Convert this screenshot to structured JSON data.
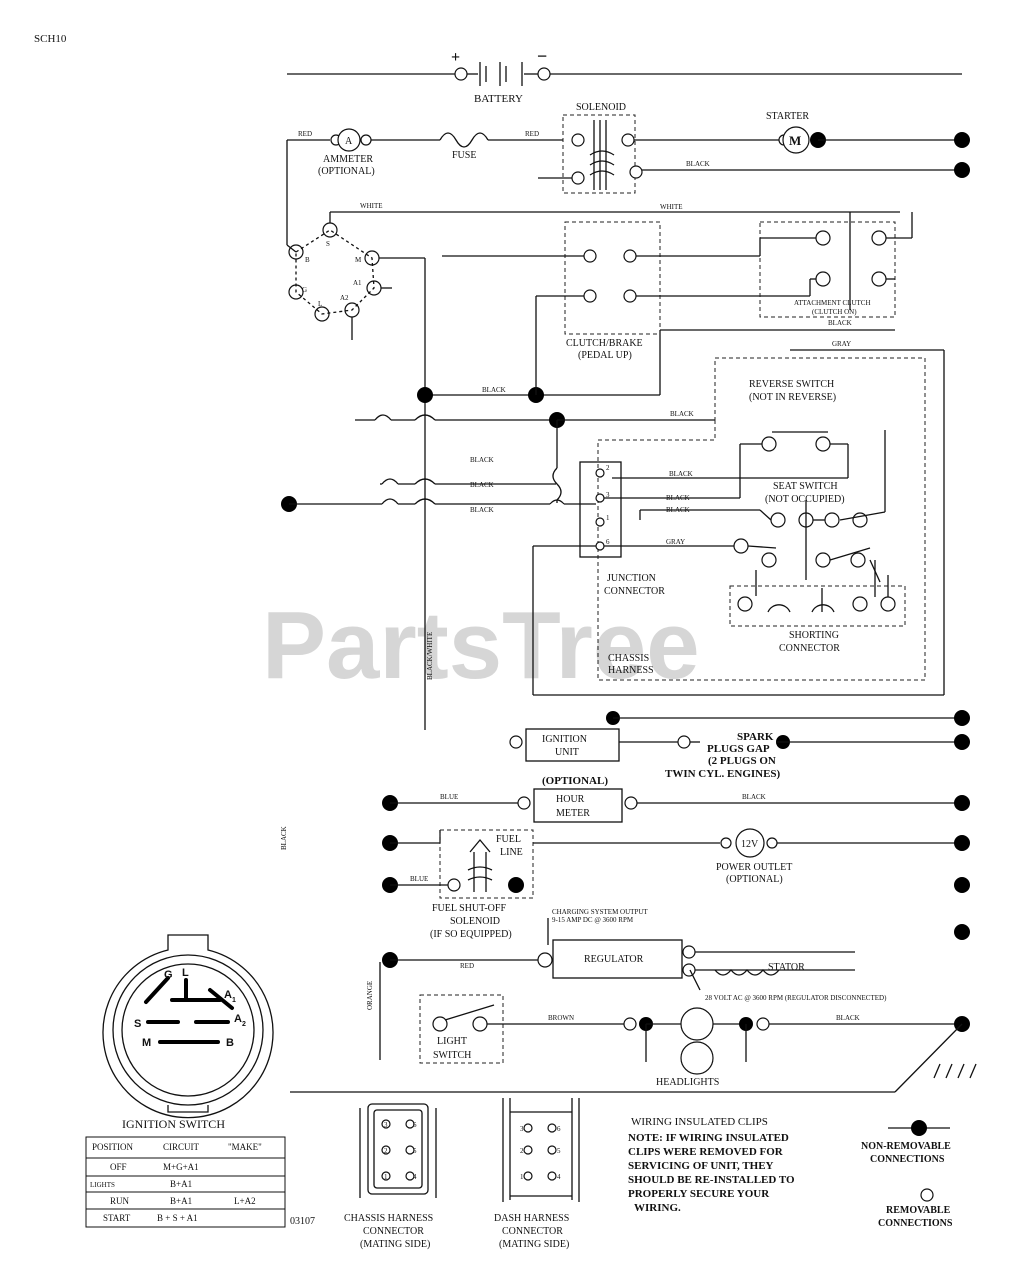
{
  "doc_id": "SCH10",
  "drawing_no": "03107",
  "watermark": "PartsTree",
  "battery": {
    "label": "BATTERY",
    "plus": "+",
    "minus": "−"
  },
  "components": {
    "solenoid": "SOLENOID",
    "starter": "STARTER",
    "starter_symbol": "M",
    "ammeter_line1": "AMMETER",
    "ammeter_line2": "(OPTIONAL)",
    "ammeter_symbol": "A",
    "fuse": "FUSE",
    "clutch_line1": "CLUTCH/BRAKE",
    "clutch_line2": "(PEDAL UP)",
    "attach_line1": "ATTACHMENT CLUTCH",
    "attach_line2": "(CLUTCH ON)",
    "reverse_line1": "REVERSE SWITCH",
    "reverse_line2": "(NOT IN REVERSE)",
    "seat_line1": "SEAT SWITCH",
    "seat_line2": "(NOT OCCUPIED)",
    "junction_line1": "JUNCTION",
    "junction_line2": "CONNECTOR",
    "shorting_line1": "SHORTING",
    "shorting_line2": "CONNECTOR",
    "chassis_line1": "CHASSIS",
    "chassis_line2": "HARNESS",
    "ignition_line1": "IGNITION",
    "ignition_line2": "UNIT",
    "spark_line1": "SPARK",
    "spark_line2": "PLUGS GAP",
    "spark_line3": "(2 PLUGS ON",
    "spark_line4": "TWIN CYL. ENGINES)",
    "hour_optional": "(OPTIONAL)",
    "hour_line1": "HOUR",
    "hour_line2": "METER",
    "fuel_line1": "FUEL",
    "fuel_line2": "LINE",
    "fuel_sol_line1": "FUEL SHUT-OFF",
    "fuel_sol_line2": "SOLENOID",
    "fuel_sol_line3": "(IF SO EQUIPPED)",
    "power_symbol": "12V",
    "power_line1": "POWER OUTLET",
    "power_line2": "(OPTIONAL)",
    "charging_line1": "CHARGING SYSTEM OUTPUT",
    "charging_line2": "9-15 AMP DC @ 3600 RPM",
    "regulator": "REGULATOR",
    "stator": "STATOR",
    "stator_note": "28 VOLT AC @ 3600 RPM (REGULATOR DISCONNECTED)",
    "light_line1": "LIGHT",
    "light_line2": "SWITCH",
    "headlights": "HEADLIGHTS",
    "ignition_switch": "IGNITION SWITCH",
    "chassis_conn_line1": "CHASSIS HARNESS",
    "chassis_conn_line2": "CONNECTOR",
    "chassis_conn_line3": "(MATING SIDE)",
    "dash_conn_line1": "DASH HARNESS",
    "dash_conn_line2": "CONNECTOR",
    "dash_conn_line3": "(MATING SIDE)"
  },
  "wire_labels": {
    "red1": "RED",
    "red2": "RED",
    "black_sol": "BLACK",
    "white1": "WHITE",
    "white2": "WHITE",
    "black_att": "BLACK",
    "gray_top": "GRAY",
    "black_mid": "BLACK",
    "black_mid2": "BLACK",
    "black_j1": "BLACK",
    "black_j2": "BLACK",
    "black_j3": "BLACK",
    "black_r1": "BLACK",
    "black_r2": "BLACK",
    "black_r3": "BLACK",
    "gray_r": "GRAY",
    "black_white": "BLACK/WHITE",
    "blue1": "BLUE",
    "black_hm": "BLACK",
    "black_vert": "BLACK",
    "blue2": "BLUE",
    "red_reg": "RED",
    "orange": "ORANGE",
    "brown": "BROWN",
    "black_head": "BLACK"
  },
  "switch_terminals": {
    "B": "B",
    "S": "S",
    "M": "M",
    "A1": "A1",
    "A2": "A2",
    "G": "G",
    "L": "L"
  },
  "junction_pins": [
    "2",
    "3",
    "1",
    "6"
  ],
  "ign_switch_letters": {
    "G": "G",
    "L": "L",
    "A1": "A",
    "A1_sub": "1",
    "A2": "A",
    "A2_sub": "2",
    "S": "S",
    "M": "M",
    "B": "B"
  },
  "ign_table": {
    "headers": [
      "POSITION",
      "CIRCUIT",
      "\"MAKE\""
    ],
    "rows": [
      [
        "OFF",
        "M+G+A1",
        ""
      ],
      [
        "LIGHTS",
        "B+A1",
        ""
      ],
      [
        "RUN",
        "B+A1",
        "L+A2"
      ],
      [
        "START",
        "B + S + A1",
        ""
      ]
    ]
  },
  "chassis_pins": [
    [
      "3",
      "6"
    ],
    [
      "2",
      "5"
    ],
    [
      "1",
      "4"
    ]
  ],
  "dash_pins": [
    [
      "3",
      "6"
    ],
    [
      "2",
      "5"
    ],
    [
      "1",
      "4"
    ]
  ],
  "note": {
    "line1": "WIRING INSULATED CLIPS",
    "line2": "NOTE: IF WIRING INSULATED",
    "line3": "CLIPS WERE REMOVED FOR",
    "line4": "SERVICING OF UNIT, THEY",
    "line5": "SHOULD BE RE-INSTALLED TO",
    "line6": "PROPERLY SECURE YOUR",
    "line7": "WIRING."
  },
  "legend": {
    "nonremovable_line1": "NON-REMOVABLE",
    "nonremovable_line2": "CONNECTIONS",
    "removable_line1": "REMOVABLE",
    "removable_line2": "CONNECTIONS"
  }
}
